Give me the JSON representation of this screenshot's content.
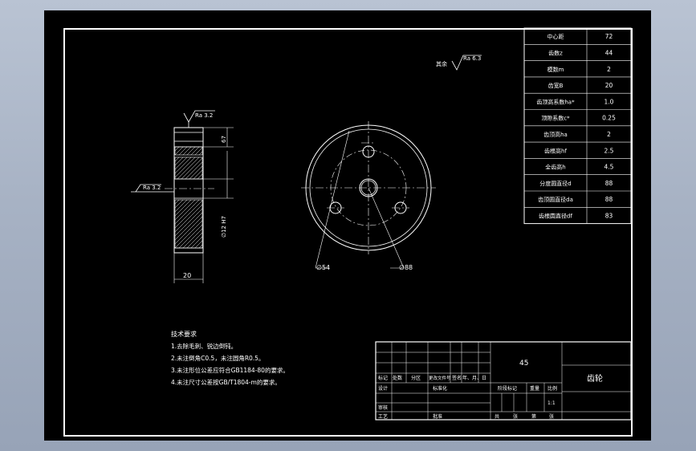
{
  "gear_table": [
    {
      "label": "中心距",
      "value": "72"
    },
    {
      "label": "齿数z",
      "value": "44"
    },
    {
      "label": "模数m",
      "value": "2"
    },
    {
      "label": "齿宽B",
      "value": "20"
    },
    {
      "label": "齿顶高系数ha*",
      "value": "1.0"
    },
    {
      "label": "顶隙系数c*",
      "value": "0.25"
    },
    {
      "label": "齿顶高ha",
      "value": "2"
    },
    {
      "label": "齿根高hf",
      "value": "2.5"
    },
    {
      "label": "全齿高h",
      "value": "4.5"
    },
    {
      "label": "分度圆直径d",
      "value": "88"
    },
    {
      "label": "齿顶圆直径da",
      "value": "88"
    },
    {
      "label": "齿根圆直径df",
      "value": "83"
    }
  ],
  "roughness_other": "其余",
  "roughness_top": "Ra 6.3",
  "roughness_side_top": "Ra 3.2",
  "roughness_side_left": "Ra 3.2",
  "dim_width": "20",
  "dim_right_a": "67",
  "dim_right_b": "∅12 H7",
  "dim_phi54": "∅54",
  "dim_phi88": "∅88",
  "tech_title": "技术要求",
  "tech_items": [
    "1.去除毛刺、锐边倒钝。",
    "2.未注倒角C0.5，未注圆角R0.5。",
    "3.未注形位公差应符合GB1184-80的要求。",
    "4.未注尺寸公差按GB/T1804-m的要求。"
  ],
  "title_block": {
    "material": "45",
    "part_name": "齿轮",
    "labels": [
      "标记",
      "处数",
      "分区",
      "更改文件号",
      "签名",
      "年、月、日"
    ],
    "design": "设计",
    "standardize": "标准化",
    "review": "审核",
    "process": "工艺",
    "approve": "批准",
    "stage": "阶段标记",
    "weight": "重量",
    "scale": "比例",
    "scale_value": "1:1",
    "sheets": [
      "共",
      "张",
      "第",
      "张"
    ]
  }
}
